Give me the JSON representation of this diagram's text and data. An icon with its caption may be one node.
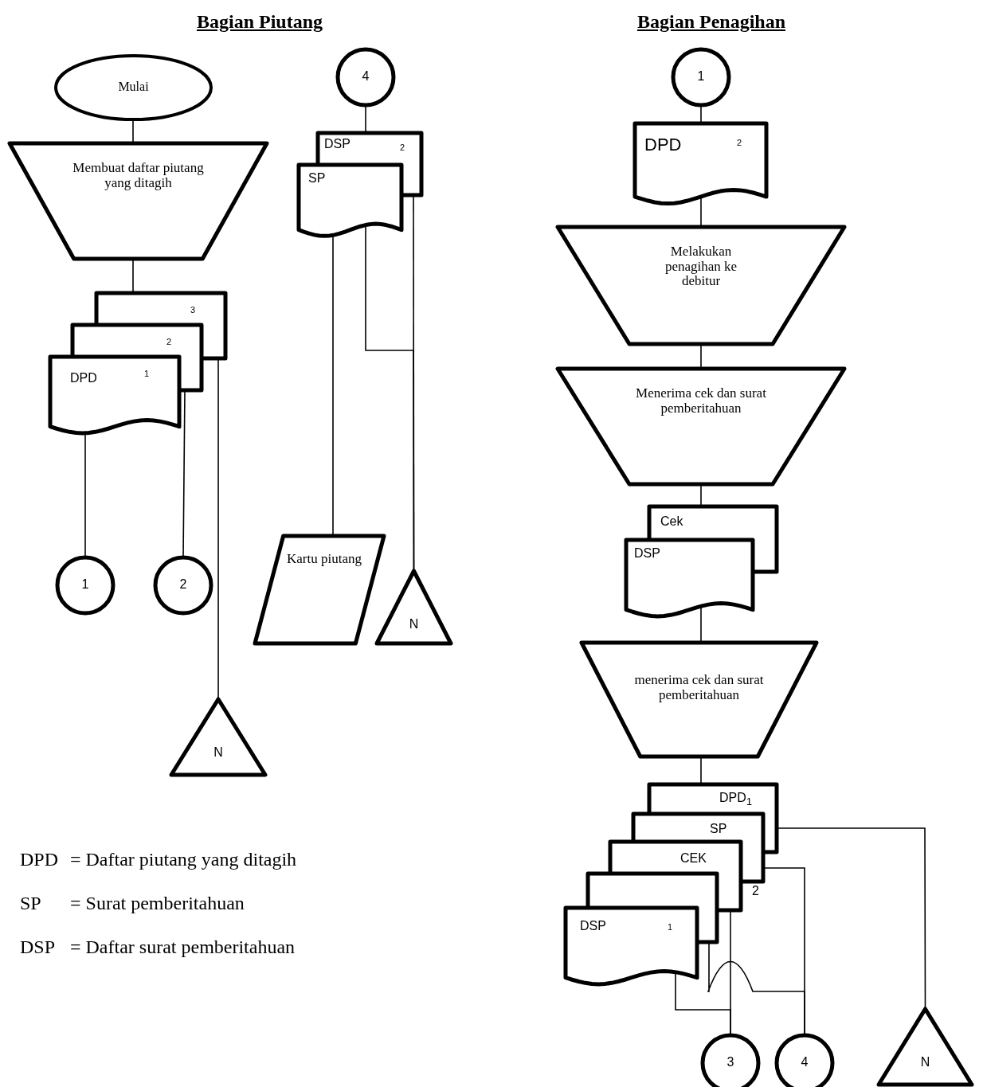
{
  "diagram": {
    "nodes": [
      {
        "text": [
          "Mulai"
        ]
      },
      {
        "text": [
          "Membuat daftar piutang yang ditagih"
        ]
      },
      {
        "text": [
          "3",
          "2",
          "DPD",
          "1"
        ]
      },
      {
        "text": [
          "1"
        ]
      },
      {
        "text": [
          "2"
        ]
      },
      {
        "text": [
          "N"
        ]
      },
      {
        "text": [
          "4"
        ]
      },
      {
        "text": [
          "DSP",
          "2",
          "SP"
        ]
      },
      {
        "text": [
          "Kartu piutang"
        ]
      },
      {
        "text": [
          "N"
        ]
      },
      {
        "text": [
          "1"
        ]
      },
      {
        "text": [
          "DPD",
          "2"
        ]
      },
      {
        "text": [
          "Melakukan penagihan ke debitur"
        ]
      },
      {
        "text": [
          "Menerima cek dan surat pemberitahuan"
        ]
      },
      {
        "text": [
          "Cek",
          "DSP"
        ]
      },
      {
        "text": [
          "menerima cek dan surat pemberitahuan"
        ]
      },
      {
        "text": [
          "DPD$_{1}$",
          "SP",
          "CEK",
          "2",
          "DSP",
          "1"
        ]
      },
      {
        "text": [
          "3"
        ]
      },
      {
        "text": [
          "4"
        ]
      },
      {
        "text": [
          "N"
        ]
      }
    ],
    "edges": [
      {
        "from": 0,
        "to": 1,
        "arrow": "none"
      },
      {
        "from": 1,
        "to": 2,
        "arrow": "none"
      },
      {
        "from": 2,
        "to": 3,
        "arrow": "none"
      },
      {
        "from": 2,
        "to": 4,
        "arrow": "none"
      },
      {
        "from": 2,
        "to": 5,
        "arrow": "none"
      },
      {
        "from": 6,
        "to": 7,
        "arrow": "none"
      },
      {
        "from": 7,
        "to": 8,
        "arrow": "none"
      },
      {
        "from": 7,
        "to": 9,
        "arrow": "none"
      },
      {
        "from": 7,
        "to": 9,
        "arrow": "none"
      },
      {
        "from": 10,
        "to": 11,
        "arrow": "none"
      },
      {
        "from": 11,
        "to": 12,
        "arrow": "none"
      },
      {
        "from": 12,
        "to": 13,
        "arrow": "none"
      },
      {
        "from": 13,
        "to": 14,
        "arrow": "none"
      },
      {
        "from": 14,
        "to": 15,
        "arrow": "none"
      },
      {
        "from": 15,
        "to": 16,
        "arrow": "none"
      },
      {
        "from": 16,
        "to": 19,
        "arrow": "none"
      },
      {
        "from": 16,
        "to": 18,
        "arrow": "none"
      },
      {
        "from": 16,
        "to": 17,
        "arrow": "none"
      },
      {
        "from": 16,
        "to": 18,
        "arrow": "none"
      },
      {
        "from": 16,
        "to": 17,
        "arrow": "none"
      }
    ],
    "labels": [
      "Bagian Piutang",
      "Bagian Penagihan",
      "DPD",
      "= Daftar piutang yang ditagih",
      "SP",
      "= Surat pemberitahuan",
      "DSP",
      "= Daftar surat pemberitahuan"
    ]
  }
}
